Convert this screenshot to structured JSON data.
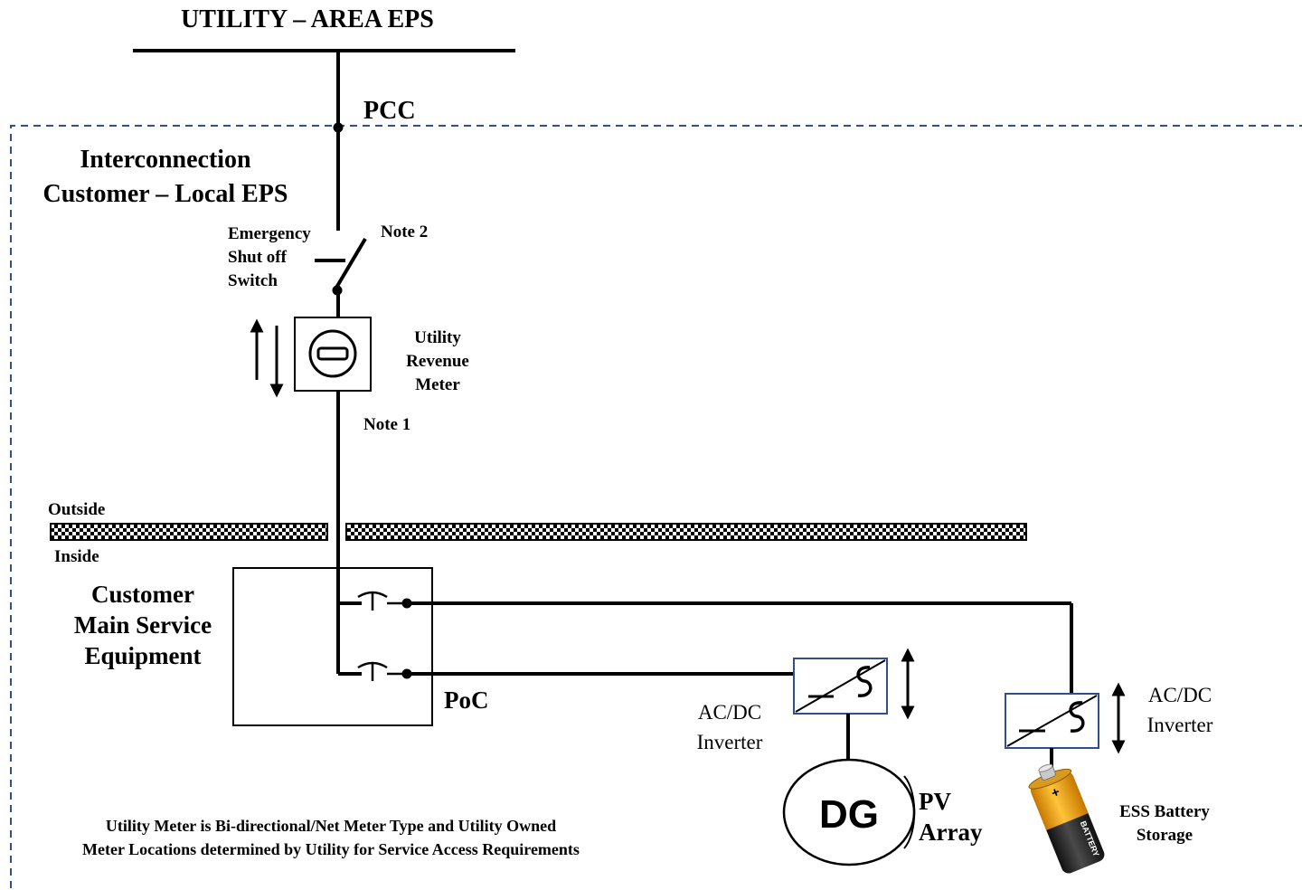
{
  "utility_bus": {
    "title": "UTILITY – AREA EPS"
  },
  "pcc": {
    "label": "PCC"
  },
  "local_eps": {
    "line1": "Interconnection",
    "line2": "Customer – Local EPS"
  },
  "switch": {
    "line1": "Emergency",
    "line2": "Shut off",
    "line3": "Switch",
    "note": "Note 2"
  },
  "meter": {
    "line1": "Utility",
    "line2": "Revenue",
    "line3": "Meter",
    "note": "Note 1"
  },
  "wall": {
    "outside": "Outside",
    "inside": "Inside"
  },
  "service_equipment": {
    "line1": "Customer",
    "line2": "Main Service",
    "line3": "Equipment",
    "poc": "PoC"
  },
  "pv_inverter": {
    "line1": "AC/DC",
    "line2": "Inverter"
  },
  "ess_inverter": {
    "line1": "AC/DC",
    "line2": "Inverter"
  },
  "dg": {
    "label": "DG",
    "line1": "PV",
    "line2": "Array"
  },
  "battery": {
    "line1": "ESS Battery",
    "line2": "Storage",
    "marking": "BATTERY",
    "plus": "+"
  },
  "footnote": {
    "line1": "Utility Meter is Bi-directional/Net Meter Type and Utility Owned",
    "line2": "Meter Locations determined by Utility for Service Access Requirements"
  },
  "colors": {
    "line": "#000000",
    "boundary": "#2f4f8f",
    "inverter_border": "#2f4f8f",
    "battery_body": "#f4a400",
    "battery_dark": "#1c1c1c"
  }
}
